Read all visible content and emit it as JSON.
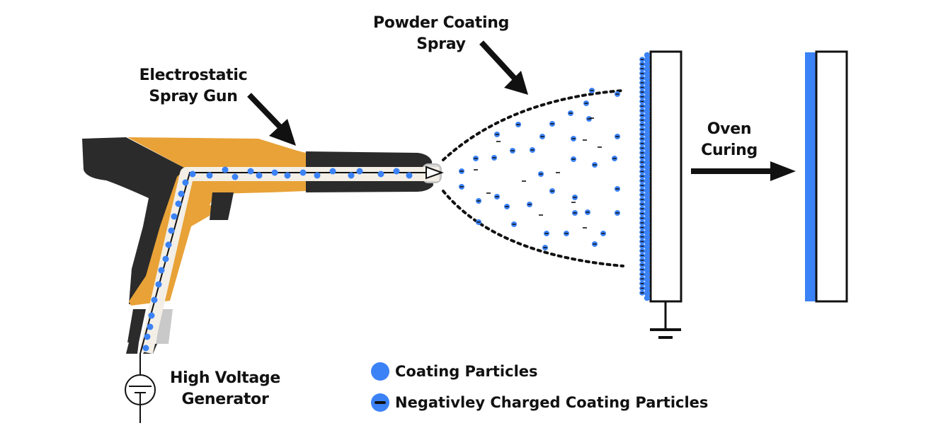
{
  "colors": {
    "particle": "#3b82f6",
    "particle_dark": "#1f5fd0",
    "gun_orange": "#e8a237",
    "gun_dark": "#2b2b2b",
    "channel": "#f3efe6",
    "grey_part": "#c9c9c9",
    "coating_layer": "#3b82f6",
    "outline": "#111111"
  },
  "labels": {
    "spray_gun": [
      "Electrostatic",
      "Spray Gun"
    ],
    "powder_spray": [
      "Powder Coating",
      "Spray"
    ],
    "oven_curing": [
      "Oven",
      "Curing"
    ],
    "generator": [
      "High Voltage",
      "Generator"
    ]
  },
  "legend": [
    {
      "symbol": "coating-particle",
      "label": "Coating Particles"
    },
    {
      "symbol": "negative-particle",
      "label": "Negativley Charged Coating Particles"
    }
  ]
}
